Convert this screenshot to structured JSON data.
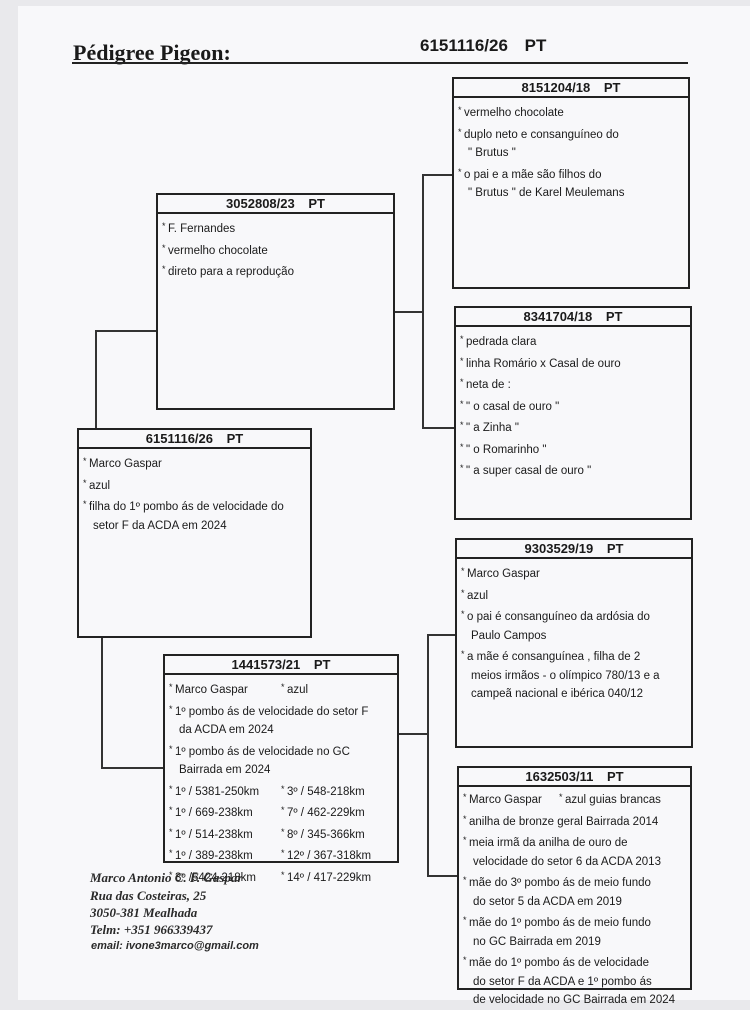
{
  "header": {
    "title": "Pédigree Pigeon:",
    "ring": "6151116/26  PT"
  },
  "subject": {
    "ring": "6151116/26  PT",
    "lines": [
      "Marco Gaspar",
      "azul",
      "filha do 1º pombo ás de velocidade do",
      "setor F da ACDA em 2024"
    ]
  },
  "sire": {
    "ring": "3052808/23  PT",
    "lines": [
      "F. Fernandes",
      "vermelho chocolate",
      "direto para a reprodução"
    ]
  },
  "dam": {
    "ring": "1441573/21  PT",
    "line1a": "Marco Gaspar",
    "line1b": "azul",
    "lines": [
      "1º pombo ás de velocidade do setor F",
      "da ACDA em 2024",
      "1º pombo ás de velocidade no GC",
      "Bairrada em 2024"
    ],
    "results_left": [
      "1º /  5381-250km",
      "1º /  669-238km",
      "1º /  514-238km",
      "1º /  389-238km",
      "3º /5424-218km"
    ],
    "results_right": [
      "3º / 548-218km",
      "7º / 462-229km",
      "8º / 345-366km",
      "12º / 367-318km",
      "14º / 417-229km"
    ]
  },
  "ss": {
    "ring": "8151204/18  PT",
    "lines": [
      "vermelho chocolate",
      "duplo neto e consanguíneo do",
      "\" Brutus \"",
      "o pai e a mãe são filhos do",
      "\" Brutus \" de Karel Meulemans"
    ]
  },
  "sd": {
    "ring": "8341704/18  PT",
    "lines": [
      "pedrada clara",
      "linha Romário x Casal de ouro",
      "neta de :",
      "\" o casal de ouro \"",
      "\" a Zinha \"",
      "\" o Romarinho \"",
      "\" a super casal de ouro \""
    ]
  },
  "ds": {
    "ring": "9303529/19  PT",
    "lines": [
      "Marco Gaspar",
      "azul",
      "o pai é consanguíneo da ardósia do",
      "Paulo Campos",
      "a mãe é consanguínea , filha de 2",
      "meios irmãos - o olímpico 780/13 e a",
      "campeã nacional e ibérica 040/12"
    ]
  },
  "dd": {
    "ring": "1632503/11  PT",
    "line1a": "Marco Gaspar",
    "line1b": "azul guias brancas",
    "lines": [
      "anilha de bronze geral Bairrada 2014",
      "meia irmã da anilha de ouro de",
      "velocidade do setor 6 da ACDA 2013",
      "mãe do 3º pombo ás de meio fundo",
      "do setor 5 da ACDA em 2019",
      "mãe do 1º pombo ás de meio fundo",
      "no GC Bairrada em 2019",
      "mãe do 1º pombo ás de velocidade",
      "do setor F da ACDA e 1º pombo ás",
      "de velocidade no GC Bairrada em 2024"
    ]
  },
  "footer": {
    "name": "Marco Antonio C. F. Gaspar",
    "street": "Rua das Costeiras, 25",
    "city": "3050-381 Mealhada",
    "phone": "Telm: +351 966339437",
    "email": "email: ivone3marco@gmail.com"
  }
}
